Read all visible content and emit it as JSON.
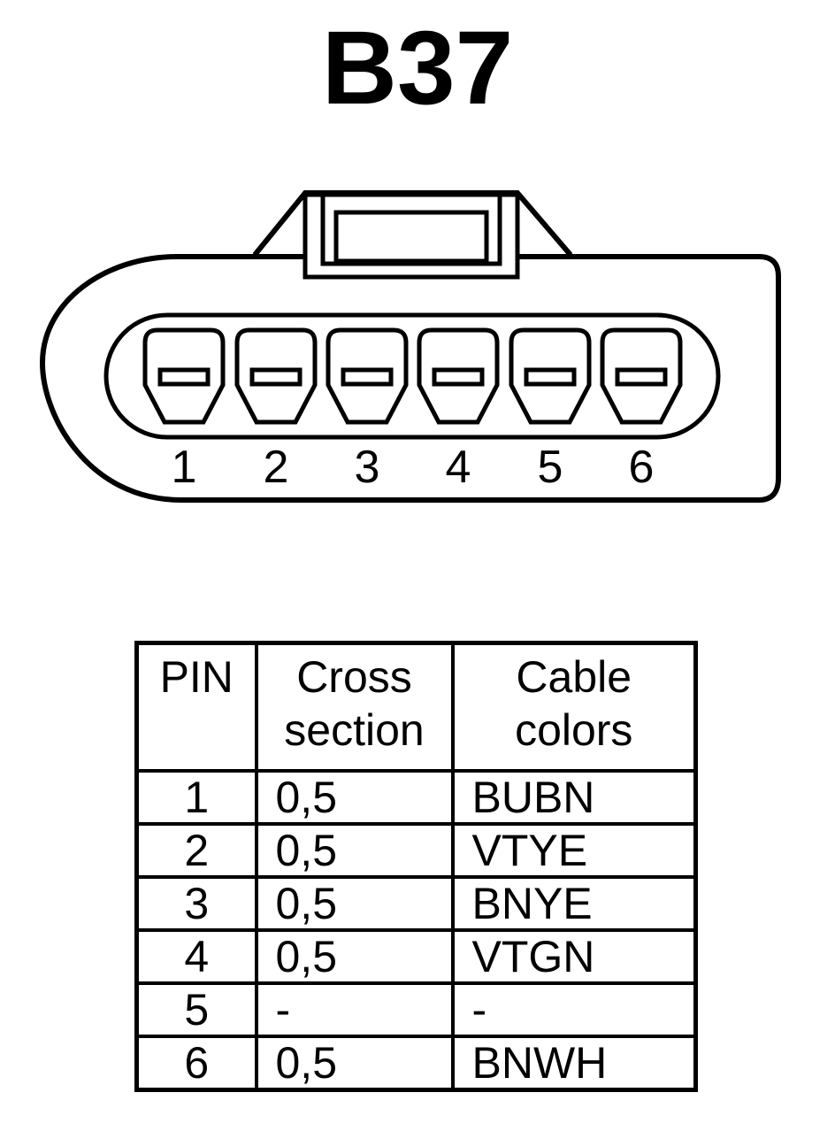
{
  "title": "B37",
  "connector": {
    "pin_numbers": [
      "1",
      "2",
      "3",
      "4",
      "5",
      "6"
    ]
  },
  "table": {
    "headers": [
      [
        "PIN"
      ],
      [
        "Cross",
        "section"
      ],
      [
        "Cable",
        "colors"
      ]
    ],
    "rows": [
      [
        "1",
        "0,5",
        "BUBN"
      ],
      [
        "2",
        "0,5",
        "VTYE"
      ],
      [
        "3",
        "0,5",
        "BNYE"
      ],
      [
        "4",
        "0,5",
        "VTGN"
      ],
      [
        "5",
        "-",
        "-"
      ],
      [
        "6",
        "0,5",
        "BNWH"
      ]
    ]
  }
}
